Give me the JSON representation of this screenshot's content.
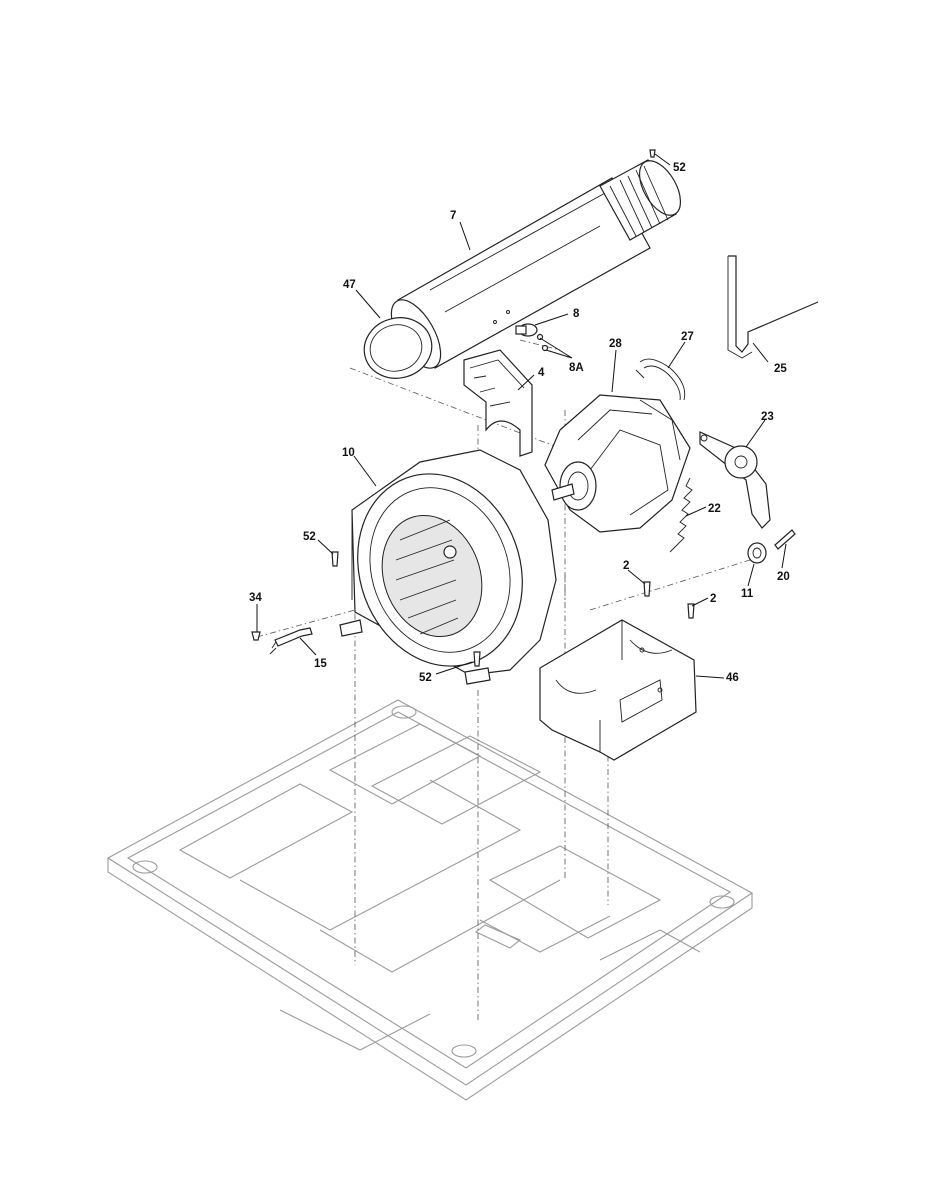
{
  "callouts": [
    {
      "id": "c52a",
      "label": "52"
    },
    {
      "id": "c7",
      "label": "7"
    },
    {
      "id": "c47",
      "label": "47"
    },
    {
      "id": "c8",
      "label": "8"
    },
    {
      "id": "c8A",
      "label": "8A"
    },
    {
      "id": "c4",
      "label": "4"
    },
    {
      "id": "c28",
      "label": "28"
    },
    {
      "id": "c27",
      "label": "27"
    },
    {
      "id": "c25",
      "label": "25"
    },
    {
      "id": "c23",
      "label": "23"
    },
    {
      "id": "c10",
      "label": "10"
    },
    {
      "id": "c22",
      "label": "22"
    },
    {
      "id": "c52b",
      "label": "52"
    },
    {
      "id": "c20",
      "label": "20"
    },
    {
      "id": "c2a",
      "label": "2"
    },
    {
      "id": "c2b",
      "label": "2"
    },
    {
      "id": "c11",
      "label": "11"
    },
    {
      "id": "c34",
      "label": "34"
    },
    {
      "id": "c15",
      "label": "15"
    },
    {
      "id": "c52c",
      "label": "52"
    },
    {
      "id": "c46",
      "label": "46"
    }
  ]
}
